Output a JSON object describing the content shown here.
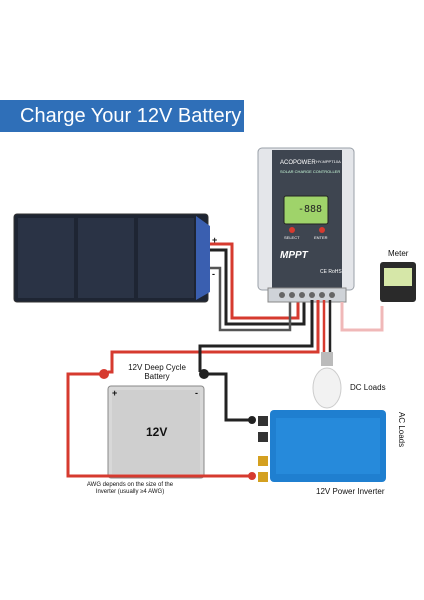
{
  "banner": {
    "title": "Charge Your 12V Battery",
    "bg": "#2f6fb8"
  },
  "controller": {
    "brand": "ACOPOWER",
    "model": "HY-MPPT10A",
    "subtitle": "SOLAR CHARGE CONTROLLER",
    "mppt": "MPPT",
    "lcd": "-888",
    "btn_left": "SELECT",
    "btn_right": "ENTER",
    "cert": "CE RoHS"
  },
  "panel": {
    "plus": "+",
    "minus": "-"
  },
  "meter": {
    "label": "Meter"
  },
  "dc_loads": {
    "label": "DC Loads"
  },
  "battery": {
    "title_line1": "12V Deep Cycle",
    "title_line2": "Battery",
    "face": "12V",
    "plus": "+",
    "minus": "-"
  },
  "inverter": {
    "label": "12V Power Inverter"
  },
  "ac_loads": {
    "label": "AC Loads"
  },
  "awg_note": {
    "line1": "AWG depends on the size of the",
    "line2": "Inverter (usually ≥4 AWG)"
  },
  "colors": {
    "red_wire": "#d63a2f",
    "black_wire": "#222222",
    "banner": "#2f6fb8"
  }
}
